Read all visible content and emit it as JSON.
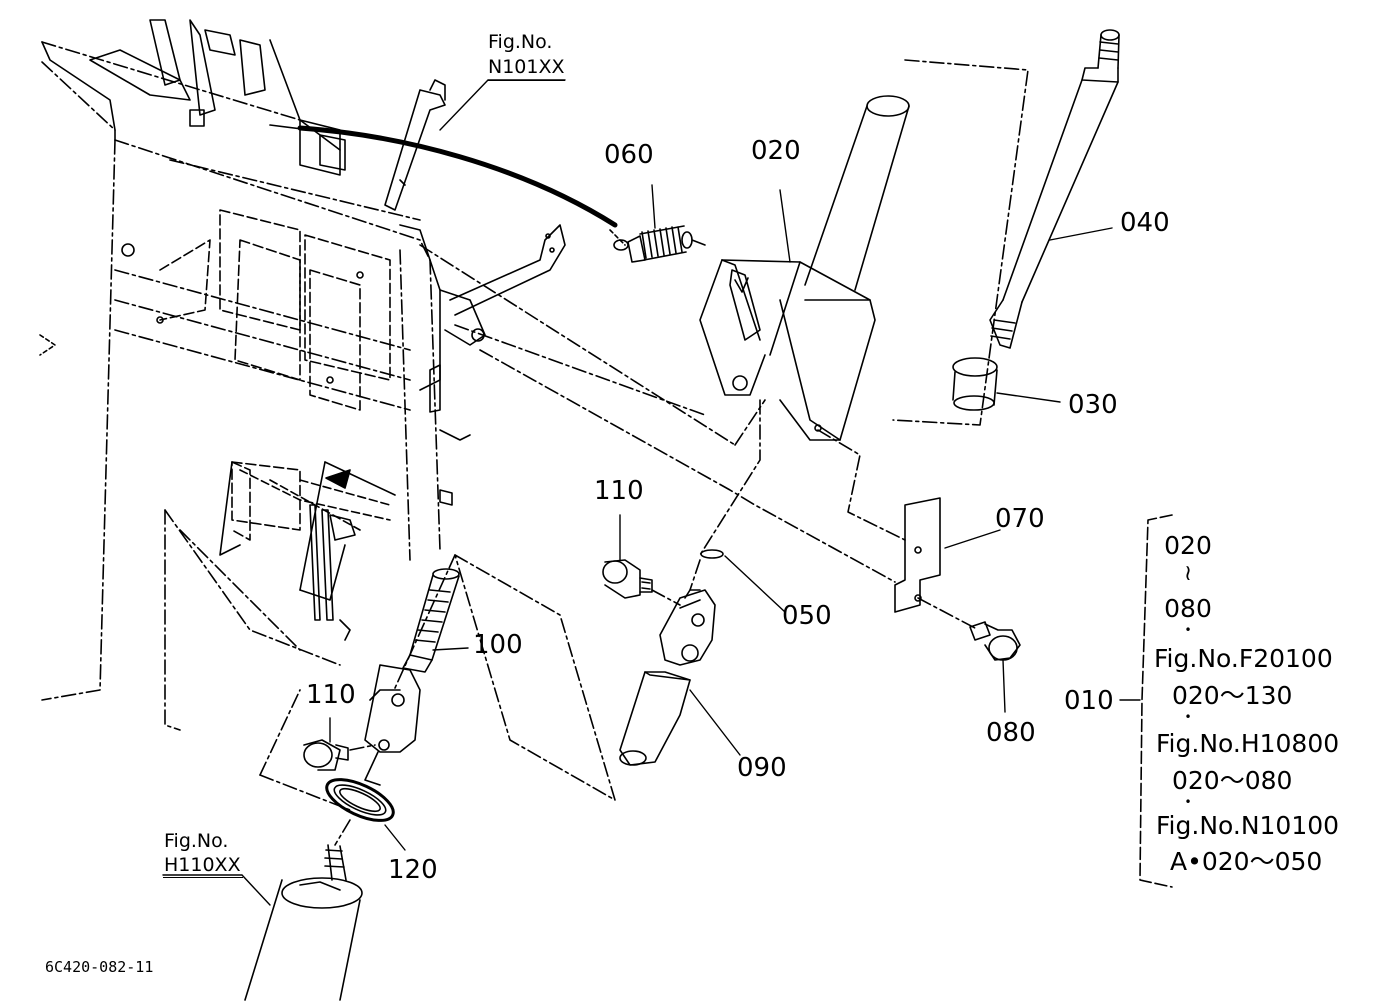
{
  "figure_refs": {
    "top": {
      "line1": "Fig.No.",
      "line2": "N101XX"
    },
    "bottom": {
      "line1": "Fig.No.",
      "line2": "H110XX"
    }
  },
  "parts": {
    "p020": "020",
    "p030": "030",
    "p040": "040",
    "p050": "050",
    "p060": "060",
    "p070": "070",
    "p080": "080",
    "p090": "090",
    "p100": "100",
    "p110a": "110",
    "p110b": "110",
    "p120": "120",
    "p010": "010"
  },
  "assembly_note": {
    "range_start": "020",
    "range_symbol": "≀",
    "range_end": "080",
    "dot": "•",
    "ref1": "Fig.No.F20100",
    "ref1_range": "020～130",
    "ref2": "Fig.No.H10800",
    "ref2_range": "020～080",
    "ref3": "Fig.No.N10100",
    "ref3_range": "A•020～050"
  },
  "drawing_code": "6C420-082-11",
  "colors": {
    "ink": "#000000",
    "paper": "#ffffff"
  }
}
